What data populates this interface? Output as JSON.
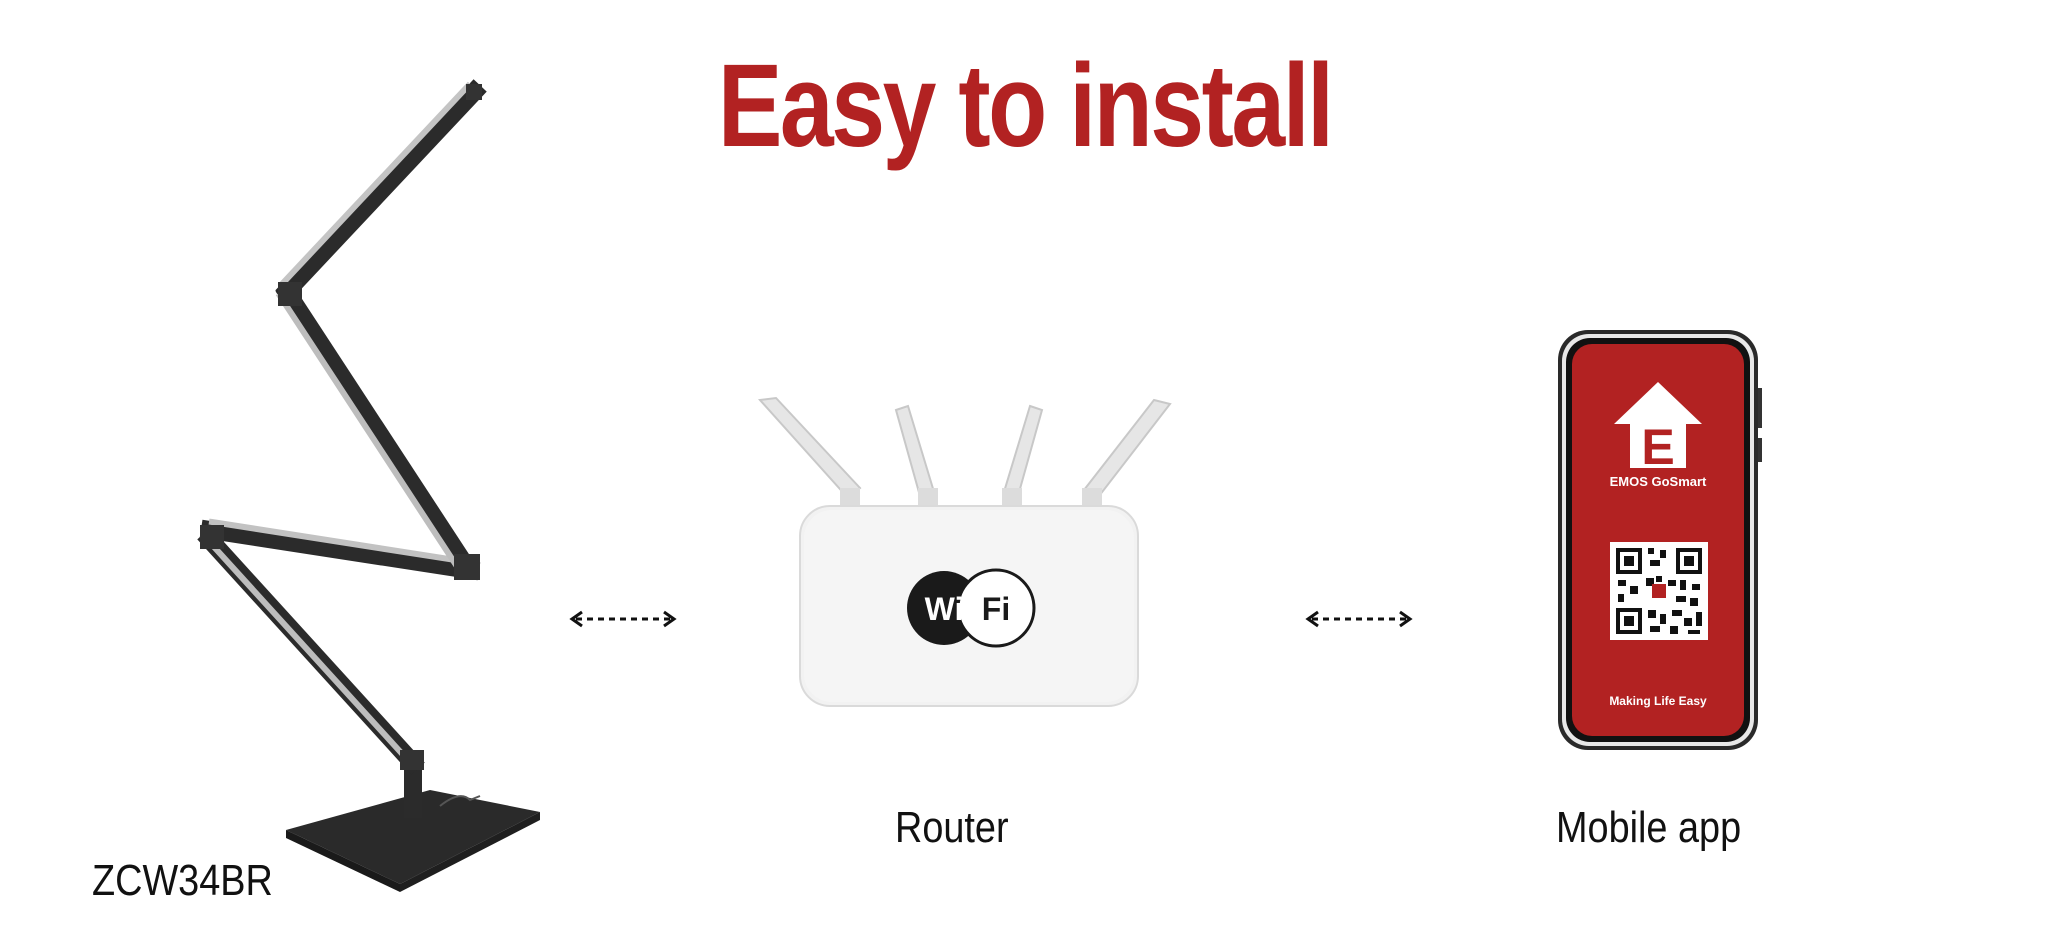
{
  "headline": "Easy to install",
  "lamp": {
    "model": "ZCW34BR"
  },
  "router": {
    "label": "Router",
    "wifi_left": "Wi",
    "wifi_right": "Fi"
  },
  "mobile": {
    "label": "Mobile app",
    "brand_letter": "E",
    "app_name": "EMOS GoSmart",
    "slogan": "Making Life Easy"
  },
  "colors": {
    "accent": "#b22222",
    "lamp": "#2b2b2b",
    "router": "#f0f0f0"
  },
  "icons": [
    "desk-lamp-image",
    "double-arrow-icon",
    "router-image",
    "wifi-logo-icon",
    "smartphone-image",
    "qr-code-icon",
    "house-logo-icon"
  ]
}
